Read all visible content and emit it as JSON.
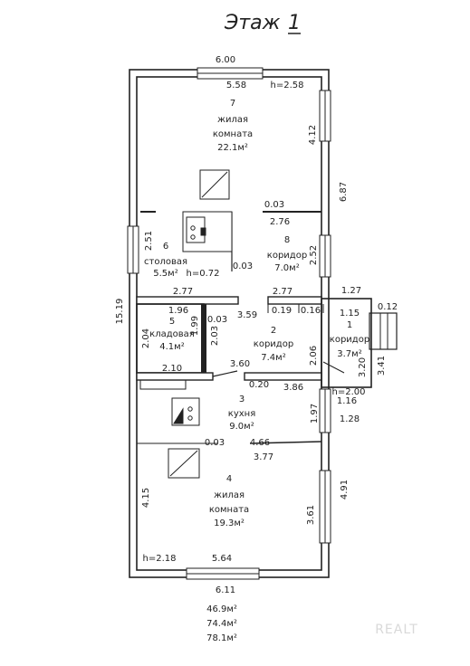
{
  "header": {
    "title_prefix": "Этаж",
    "title_number": "1"
  },
  "rooms": {
    "r7": {
      "number": "7",
      "line1": "жилая",
      "line2": "комната",
      "area": "22.1м²"
    },
    "r6": {
      "number": "6",
      "line1": "столовая",
      "area": "5.5м²"
    },
    "r8": {
      "number": "8",
      "line1": "коридор",
      "area": "7.0м²"
    },
    "r5": {
      "number": "5",
      "line1": "кладовая",
      "area": "4.1м²"
    },
    "r2": {
      "number": "2",
      "line1": "коридор",
      "area": "7.4м²"
    },
    "r1": {
      "number": "1",
      "line1": "коридор",
      "area": "3.7м²"
    },
    "r3": {
      "number": "3",
      "line1": "кухня",
      "area": "9.0м²"
    },
    "r4": {
      "number": "4",
      "line1": "жилая",
      "line2": "комната",
      "area": "19.3м²"
    }
  },
  "dims": {
    "top_outer": "6.00",
    "top_inner": "5.58",
    "h_top": "h=2.58",
    "r7_right": "4.12",
    "outer_right_top": "6.87",
    "w_003a": "0.03",
    "w_276": "2.76",
    "r6_left": "2.51",
    "r8_right": "2.52",
    "h_072": "h=0.72",
    "w_003b": "0.03",
    "w_277a": "2.77",
    "w_277b": "2.77",
    "w_127": "1.27",
    "w_012": "0.12",
    "outer_left": "15.19",
    "w_196": "1.96",
    "w_003c": "0.03",
    "w_359": "3.59",
    "w_019": "0.19",
    "w_016": "0.16",
    "w_115": "1.15",
    "r5_left": "2.04",
    "r5_right": "1.99",
    "r5_right2": "2.03",
    "r2_right": "2.06",
    "r1_right": "3.20",
    "outer_r1": "3.41",
    "w_210": "2.10",
    "w_360": "3.60",
    "w_020": "0.20",
    "w_386": "3.86",
    "h_200": "h=2.00",
    "w_116": "1.16",
    "w_128": "1.28",
    "r3_right": "1.97",
    "w_003d": "0.03",
    "w_466": "4.66",
    "w_377": "3.77",
    "r4_left": "4.15",
    "outer_right_bot": "4.91",
    "r4_right": "3.61",
    "h_218": "h=2.18",
    "w_564": "5.64",
    "bottom_outer": "6.11"
  },
  "totals": [
    "46.9м²",
    "74.4м²",
    "78.1м²"
  ],
  "watermark": "REALT"
}
